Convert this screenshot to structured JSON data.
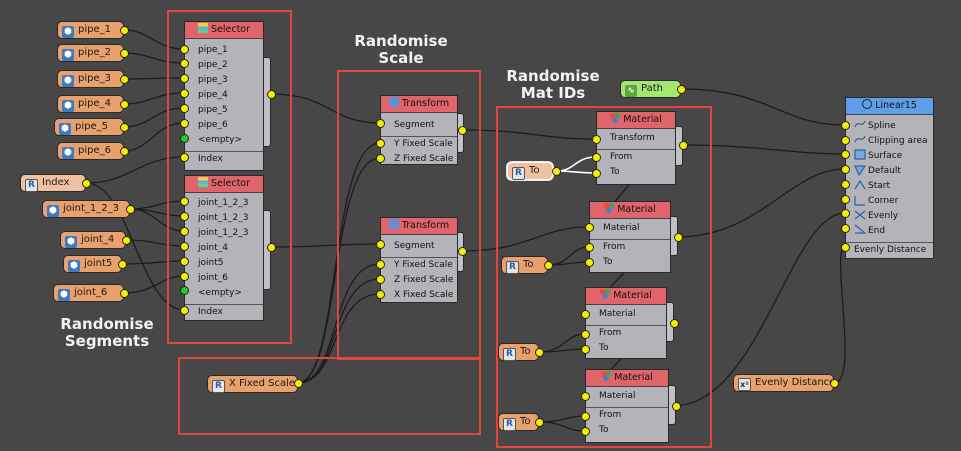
{
  "annotations": {
    "segments_line1": "Randomise",
    "segments_line2": "Segments",
    "scale_line1": "Randomise",
    "scale_line2": "Scale",
    "mat_line1": "Randomise",
    "mat_line2": "Mat IDs"
  },
  "inputs": {
    "pipe_1": "pipe_1",
    "pipe_2": "pipe_2",
    "pipe_3": "pipe_3",
    "pipe_4": "pipe_4",
    "pipe_5": "pipe_5",
    "pipe_6": "pipe_6",
    "index": "Index",
    "joint_123": "joint_1_2_3",
    "joint_4": "joint_4",
    "joint5": "joint5",
    "joint_6": "joint_6",
    "x_fixed_scale": "X Fixed Scale",
    "path": "Path",
    "to": "To",
    "evenly_distance": "Evenly Distance"
  },
  "selector1": {
    "title": "Selector",
    "ports": [
      "pipe_1",
      "pipe_2",
      "pipe_3",
      "pipe_4",
      "pipe_5",
      "pipe_6",
      "<empty>"
    ],
    "index": "Index"
  },
  "selector2": {
    "title": "Selector",
    "ports": [
      "joint_1_2_3",
      "joint_1_2_3",
      "joint_1_2_3",
      "joint_4",
      "joint5",
      "joint_6",
      "<empty>"
    ],
    "index": "Index"
  },
  "transform1": {
    "title": "Transform",
    "segment": "Segment",
    "ports": [
      "Y Fixed Scale",
      "Z Fixed Scale"
    ]
  },
  "transform2": {
    "title": "Transform",
    "segment": "Segment",
    "ports": [
      "Y Fixed Scale",
      "Z Fixed Scale",
      "X Fixed Scale"
    ]
  },
  "material1": {
    "title": "Material",
    "ports": [
      "Transform",
      "From",
      "To"
    ]
  },
  "material2": {
    "title": "Material",
    "ports": [
      "Material",
      "From",
      "To"
    ]
  },
  "material3": {
    "title": "Material",
    "ports": [
      "Material",
      "From",
      "To"
    ]
  },
  "material4": {
    "title": "Material",
    "ports": [
      "Material",
      "From",
      "To"
    ]
  },
  "linear": {
    "title": "Linear15",
    "ports": [
      "Spline",
      "Clipping area",
      "Surface",
      "Default",
      "Start",
      "Corner",
      "Evenly",
      "End"
    ],
    "extra": "Evenly Distance"
  },
  "icons": {
    "object": "object-icon",
    "random": "random-R-icon",
    "selector": "selector-icon",
    "transform": "transform-icon",
    "material": "material-icon",
    "path": "spline-path-icon",
    "expression": "x-squared-icon"
  },
  "colors": {
    "background": "#474747",
    "frame": "#e0463f",
    "header": "#e0656a",
    "header_output": "#5f9ee8",
    "input_pill": "#e8a06c",
    "path_pill": "#a4e672",
    "port": "#f5f000",
    "port_empty": "#22cc22"
  }
}
